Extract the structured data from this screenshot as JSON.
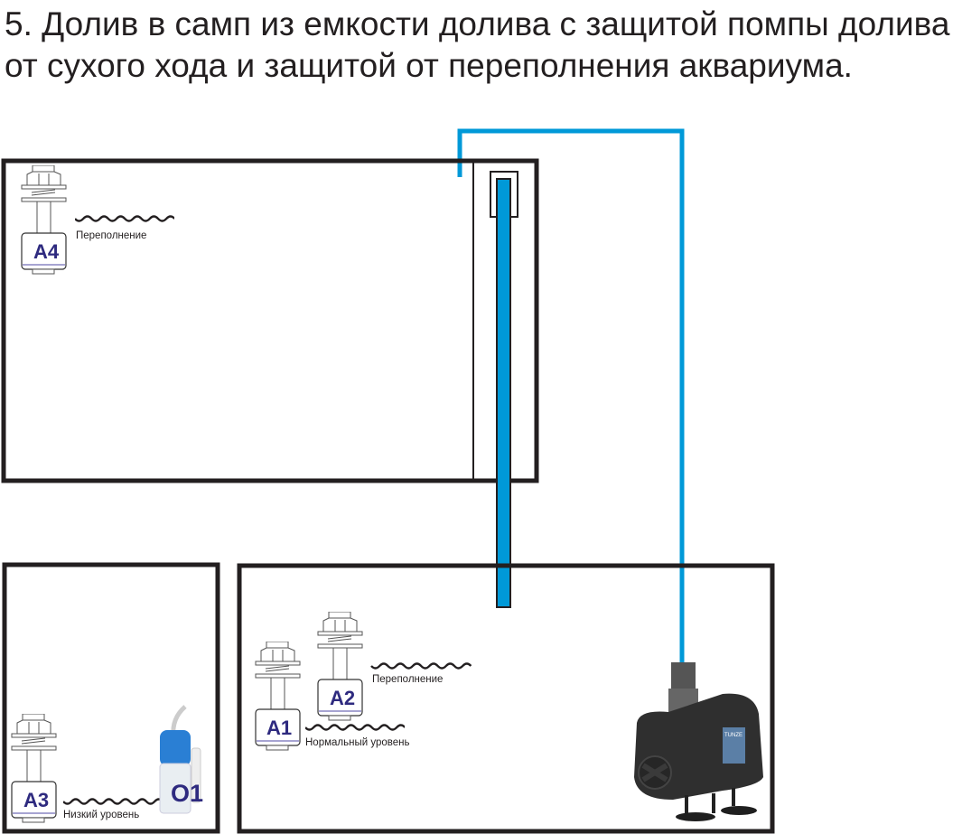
{
  "title": "5. Долив в самп из емкости долива с защитой помпы долива от сухого хода и защитой от переполнения аквариума.",
  "aquarium": {
    "float": "A4",
    "label": "Переполнение"
  },
  "topoff_tank": {
    "float": "A3",
    "label": "Низкий уровень",
    "pump": "O1"
  },
  "sump": {
    "float_a1": "A1",
    "label_a1": "Нормальный уровень",
    "float_a2": "A2",
    "label_a2": "Переполнение",
    "pump_brand": "TUNZE"
  },
  "colors": {
    "tube": "#0099d8",
    "outline": "#231f20",
    "float_text": "#2e2a7f"
  }
}
